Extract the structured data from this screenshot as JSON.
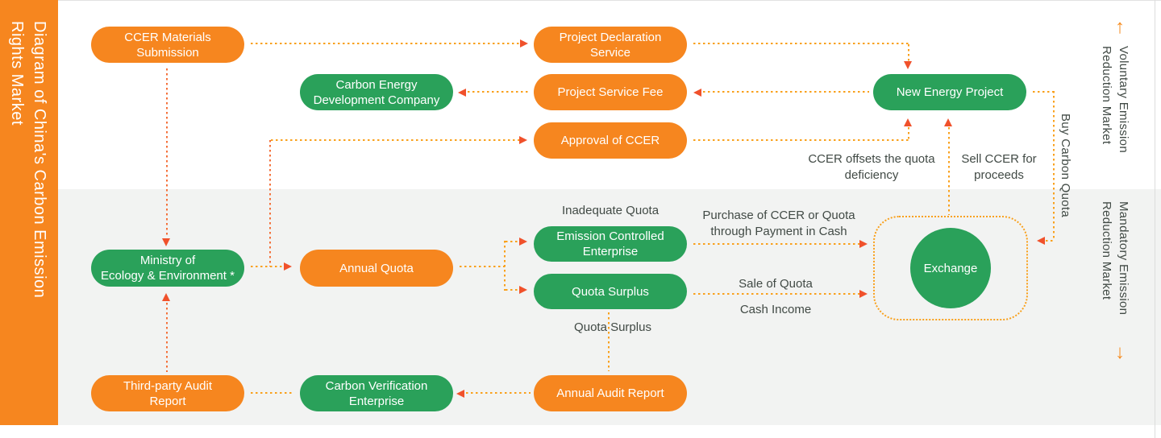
{
  "title": {
    "text": "Diagram of China's Carbon Emission\nRights Market"
  },
  "side_labels": {
    "voluntary": "Voluntary Emission\nReduction Market",
    "mandatory": "Mandatory Emission\nReduction Market",
    "up_arrow": "↑",
    "down_arrow": "↓"
  },
  "nodes": {
    "ccer_materials_submission": {
      "label": "CCER Materials\nSubmission",
      "type": "orange"
    },
    "project_declaration_service": {
      "label": "Project Declaration\nService",
      "type": "orange"
    },
    "carbon_energy_development_company": {
      "label": "Carbon Energy\nDevelopment Company",
      "type": "green"
    },
    "project_service_fee": {
      "label": "Project Service Fee",
      "type": "orange"
    },
    "new_energy_project": {
      "label": "New Energy Project",
      "type": "green"
    },
    "approval_of_ccer": {
      "label": "Approval of CCER",
      "type": "orange"
    },
    "ministry_of_ecology": {
      "label": "Ministry of\nEcology & Environment *",
      "type": "green"
    },
    "annual_quota": {
      "label": "Annual Quota",
      "type": "orange"
    },
    "emission_controlled_enterprise": {
      "label": "Emission Controlled\nEnterprise",
      "type": "green"
    },
    "quota_surplus": {
      "label": "Quota Surplus",
      "type": "green"
    },
    "exchange": {
      "label": "Exchange",
      "type": "green-circle"
    },
    "third_party_audit_report": {
      "label": "Third-party Audit\nReport",
      "type": "orange"
    },
    "carbon_verification_enterprise": {
      "label": "Carbon Verification\nEnterprise",
      "type": "green"
    },
    "annual_audit_report": {
      "label": "Annual Audit Report",
      "type": "orange"
    }
  },
  "flow_labels": {
    "inadequate_quota": "Inadequate Quota",
    "purchase_of_ccer": "Purchase of CCER or Quota\nthrough Payment in Cash",
    "sale_of_quota": "Sale of Quota",
    "cash_income": "Cash Income",
    "quota_surplus": "Quota Surplus",
    "ccer_offsets": "CCER offsets the quota\ndeficiency",
    "sell_ccer": "Sell CCER for\nproceeds",
    "buy_carbon_quota": "Buy Carbon Quota"
  },
  "colors": {
    "orange_node": "#f6861f",
    "green_node": "#2aa15a",
    "dotted_line": "#f9a01b",
    "arrowhead": "#f0512b",
    "gray_band": "#f2f3f2",
    "label_text": "#414a45"
  }
}
